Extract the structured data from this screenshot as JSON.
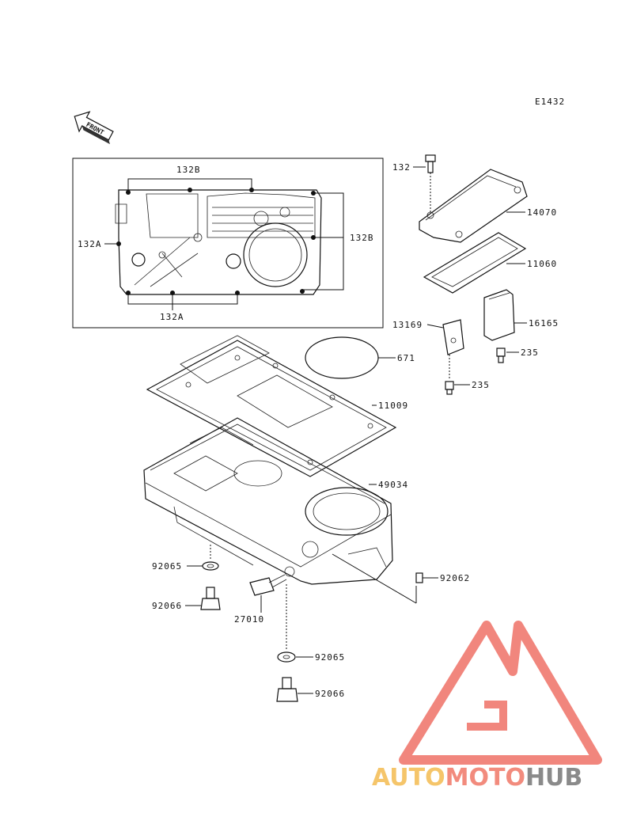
{
  "diagram_code": "E1432",
  "front_label": "FRONT",
  "parts": {
    "p132B_top": "132B",
    "p132B_right": "132B",
    "p132A_left": "132A",
    "p132A_bottom": "132A",
    "p132": "132",
    "p14070": "14070",
    "p11060": "11060",
    "p16165": "16165",
    "p13169": "13169",
    "p235_a": "235",
    "p235_b": "235",
    "p671": "671",
    "p11009": "11009",
    "p49034": "49034",
    "p92065_a": "92065",
    "p92066_a": "92066",
    "p27010": "27010",
    "p92062": "92062",
    "p92065_b": "92065",
    "p92066_b": "92066"
  },
  "watermark": {
    "part1": "AUTO",
    "part2": "MOTO",
    "part3": "HUB",
    "color_auto": "#f5c56a",
    "color_moto": "#f28b7d",
    "color_hub": "#8a8a8a",
    "logo_color": "#f07a70"
  }
}
